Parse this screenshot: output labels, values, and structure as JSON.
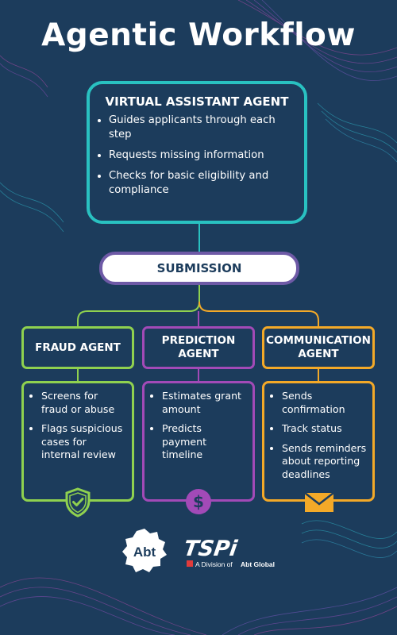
{
  "title": "Agentic Workflow",
  "virtual_assistant": {
    "title": "VIRTUAL ASSISTANT AGENT",
    "items": [
      "Guides applicants through each step",
      "Requests missing information",
      "Checks for basic eligibility and compliance"
    ]
  },
  "submission": {
    "label": "SUBMISSION"
  },
  "agents": [
    {
      "title": "FRAUD AGENT",
      "items": [
        "Screens for fraud or abuse",
        "Flags suspicious cases for internal review"
      ],
      "icon": "shield-check-icon",
      "color": "#8fd14f"
    },
    {
      "title": "PREDICTION AGENT",
      "items": [
        "Estimates grant amount",
        "Predicts payment timeline"
      ],
      "icon": "dollar-coin-icon",
      "color": "#a24ab7"
    },
    {
      "title": "COMMUNICATION AGENT",
      "items": [
        "Sends confirmation",
        "Track status",
        "Sends reminders about reporting deadlines"
      ],
      "icon": "envelope-icon",
      "color": "#f3a928"
    }
  ],
  "footer": {
    "abt_logo_text": "Abt",
    "tspi_logo_text": "TSPi",
    "division_text": "A Division of",
    "division_brand": "Abt Global"
  },
  "colors": {
    "background": "#1c3c5c",
    "teal": "#29c1c1",
    "submission_border": "#6e5aa6"
  }
}
